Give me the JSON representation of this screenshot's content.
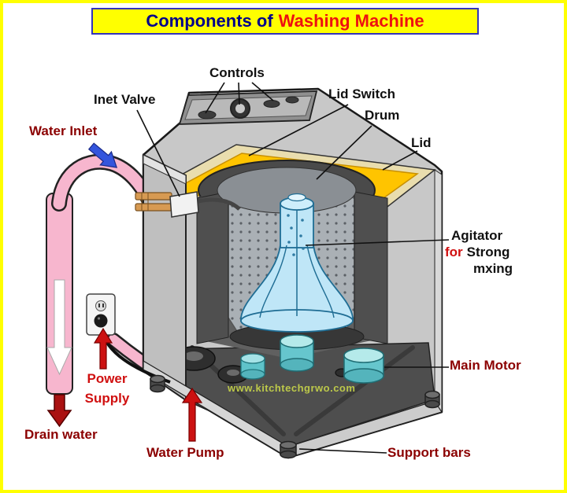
{
  "title": {
    "prefix": "Components of",
    "highlight": "Washing Machine"
  },
  "labels": {
    "controls": "Controls",
    "inlet_valve": "Inet Valve",
    "lid_switch": "Lid Switch",
    "drum": "Drum",
    "lid": "Lid",
    "water_inlet": "Water Inlet",
    "agitator": {
      "line1": "Agitator",
      "line2_red": "for",
      "line2_black": "Strong",
      "line3": "mxing"
    },
    "main_motor": "Main Motor",
    "power_supply": {
      "line1": "Power",
      "line2": "Supply"
    },
    "drain_water": "Drain water",
    "water_pump": "Water Pump",
    "support_bars": "Support bars"
  },
  "watermark": "www.kitchtechgrwo.com",
  "colors": {
    "frame": "#ffff00",
    "title_bg": "#ffff00",
    "title_border": "#3333bb",
    "title_prefix": "#00008b",
    "title_highlight": "#ee1111",
    "label_black": "#111111",
    "label_dark_red": "#8b0000",
    "label_red": "#d01010",
    "water_inlet_arrow_blue": "#3355dd",
    "hose_pink": "#f7b6ce",
    "agitator_blue": "#bfe6f7",
    "deck_yellow": "#ffc400",
    "motor_teal": "#66c6cd",
    "watermark_green": "#c2cf4a"
  }
}
